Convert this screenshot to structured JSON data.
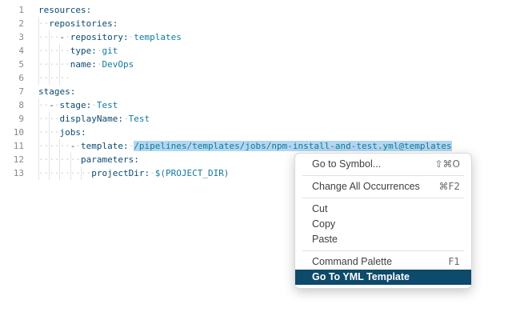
{
  "editor": {
    "colors": {
      "key": "#0b4a6f",
      "value": "#1179a0",
      "whitespace_dot": "#ccd0d4",
      "indent_guide": "#e1e4e7",
      "line_number": "#84888e",
      "selection_background": "#b3d7f0"
    },
    "lines": [
      {
        "n": "1",
        "segs": [
          [
            "resources:",
            "key"
          ]
        ]
      },
      {
        "n": "2",
        "segs": [
          [
            "  ",
            "ws"
          ],
          [
            "repositories:",
            "key"
          ]
        ]
      },
      {
        "n": "3",
        "segs": [
          [
            "    ",
            "ws"
          ],
          [
            "-",
            "key"
          ],
          [
            " ",
            "ws"
          ],
          [
            "repository:",
            "key"
          ],
          [
            " ",
            "ws"
          ],
          [
            "templates",
            "val"
          ]
        ]
      },
      {
        "n": "4",
        "segs": [
          [
            "      ",
            "ws"
          ],
          [
            "type:",
            "key"
          ],
          [
            " ",
            "ws"
          ],
          [
            "git",
            "val"
          ]
        ]
      },
      {
        "n": "5",
        "segs": [
          [
            "      ",
            "ws"
          ],
          [
            "name:",
            "key"
          ],
          [
            " ",
            "ws"
          ],
          [
            "DevOps",
            "val"
          ]
        ]
      },
      {
        "n": "6",
        "segs": [
          [
            "      ",
            "ws"
          ]
        ]
      },
      {
        "n": "7",
        "segs": [
          [
            "stages:",
            "key"
          ]
        ]
      },
      {
        "n": "8",
        "segs": [
          [
            "  ",
            "ws"
          ],
          [
            "-",
            "key"
          ],
          [
            " ",
            "ws"
          ],
          [
            "stage:",
            "key"
          ],
          [
            " ",
            "ws"
          ],
          [
            "Test",
            "val"
          ]
        ]
      },
      {
        "n": "9",
        "segs": [
          [
            "    ",
            "ws"
          ],
          [
            "displayName:",
            "key"
          ],
          [
            " ",
            "ws"
          ],
          [
            "Test",
            "val"
          ]
        ]
      },
      {
        "n": "10",
        "segs": [
          [
            "    ",
            "ws"
          ],
          [
            "jobs:",
            "key"
          ]
        ]
      },
      {
        "n": "11",
        "segs": [
          [
            "      ",
            "ws"
          ],
          [
            "-",
            "key"
          ],
          [
            " ",
            "ws"
          ],
          [
            "template:",
            "key"
          ],
          [
            " ",
            "ws"
          ],
          [
            "/pipelines/templates/jobs/npm-install-and-test.yml@templates",
            "sel"
          ]
        ]
      },
      {
        "n": "12",
        "segs": [
          [
            "        ",
            "ws"
          ],
          [
            "parameters:",
            "key"
          ]
        ]
      },
      {
        "n": "13",
        "segs": [
          [
            "          ",
            "ws"
          ],
          [
            "projectDir:",
            "key"
          ],
          [
            " ",
            "ws"
          ],
          [
            "$(PROJECT_DIR)",
            "val"
          ]
        ]
      }
    ]
  },
  "context_menu": {
    "highlight_color": "#0d4a6b",
    "items": [
      {
        "label": "Go to Symbol...",
        "shortcut": "⇧⌘O"
      },
      {
        "divider": true
      },
      {
        "label": "Change All Occurrences",
        "shortcut": "⌘F2"
      },
      {
        "divider": true
      },
      {
        "label": "Cut"
      },
      {
        "label": "Copy"
      },
      {
        "label": "Paste"
      },
      {
        "divider": true
      },
      {
        "label": "Command Palette",
        "shortcut": "F1"
      },
      {
        "label": "Go To YML Template",
        "highlighted": true
      }
    ]
  }
}
